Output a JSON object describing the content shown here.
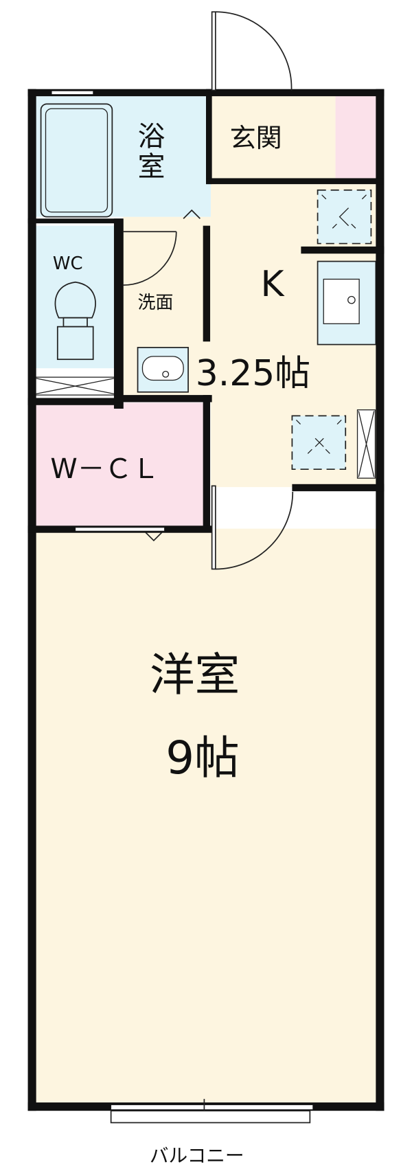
{
  "colors": {
    "wall": "#111111",
    "living_floor": "#fdf5e0",
    "wet_area": "#def3f9",
    "closet": "#fbe1ea",
    "white": "#ffffff"
  },
  "rooms": {
    "bath": "浴室",
    "entrance": "玄関",
    "kitchen": "K",
    "kitchen_size": "3.25帖",
    "wc": "WC",
    "washroom": "洗面",
    "walkin_closet": "W－ＣＬ",
    "western_room": "洋室",
    "western_room_size": "9帖",
    "balcony": "バルコニー"
  }
}
